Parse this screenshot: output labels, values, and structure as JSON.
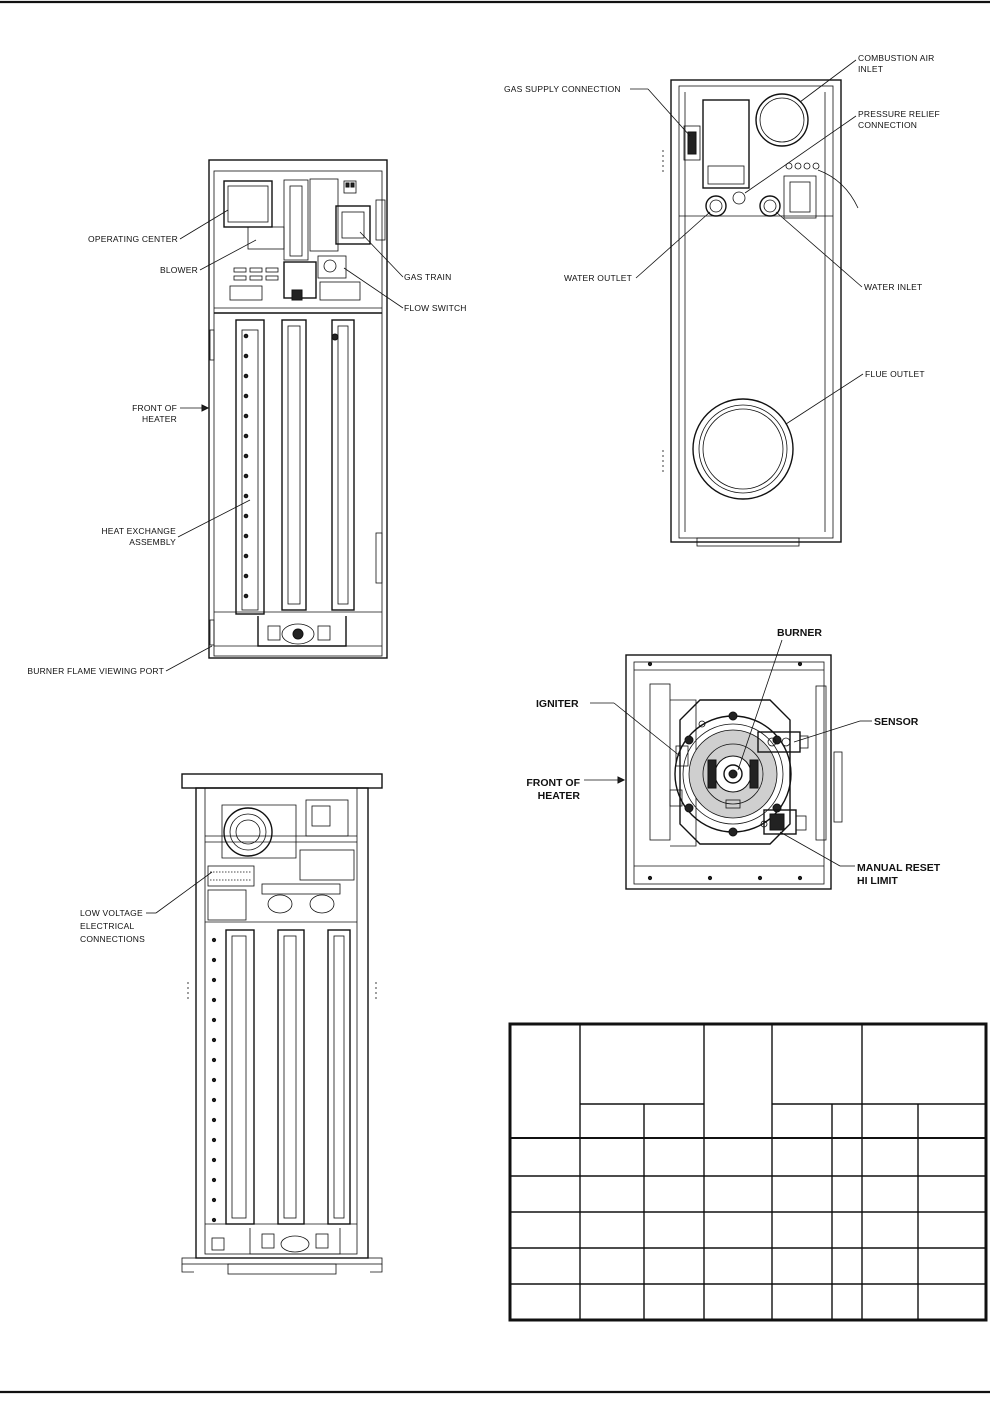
{
  "front_view": {
    "labels": {
      "operating_center": "OPERATING CENTER",
      "blower": "BLOWER",
      "gas_train": "GAS TRAIN",
      "flow_switch": "FLOW SWITCH",
      "front_of_heater_1": "FRONT OF",
      "front_of_heater_2": "HEATER",
      "heat_exchange_1": "HEAT EXCHANGE",
      "heat_exchange_2": "ASSEMBLY",
      "burner_port": "BURNER FLAME VIEWING PORT"
    }
  },
  "rear_view": {
    "labels": {
      "gas_supply": "GAS SUPPLY CONNECTION",
      "combustion_air_1": "COMBUSTION AIR",
      "combustion_air_2": "INLET",
      "pressure_relief_1": "PRESSURE RELIEF",
      "pressure_relief_2": "CONNECTION",
      "water_outlet": "WATER OUTLET",
      "water_inlet": "WATER INLET",
      "flue_outlet": "FLUE OUTLET"
    }
  },
  "side_view": {
    "labels": {
      "low_voltage_1": "LOW VOLTAGE",
      "low_voltage_2": "ELECTRICAL",
      "low_voltage_3": "CONNECTIONS"
    }
  },
  "burner_view": {
    "labels": {
      "burner": "BURNER",
      "igniter": "IGNITER",
      "sensor": "SENSOR",
      "front_of_heater_1": "FRONT OF",
      "front_of_heater_2": "HEATER",
      "manual_reset_1": "MANUAL RESET",
      "manual_reset_2": "HI LIMIT"
    }
  },
  "table": {
    "header_groups": [
      "",
      "",
      "",
      "",
      ""
    ],
    "sub_headers": [
      "",
      "",
      "",
      "",
      "",
      ""
    ],
    "rows": [
      [
        "",
        "",
        "",
        "",
        "",
        "",
        "",
        ""
      ],
      [
        "",
        "",
        "",
        "",
        "",
        "",
        "",
        ""
      ],
      [
        "",
        "",
        "",
        "",
        "",
        "",
        "",
        ""
      ],
      [
        "",
        "",
        "",
        "",
        "",
        "",
        "",
        ""
      ],
      [
        "",
        "",
        "",
        "",
        "",
        "",
        "",
        ""
      ]
    ]
  }
}
